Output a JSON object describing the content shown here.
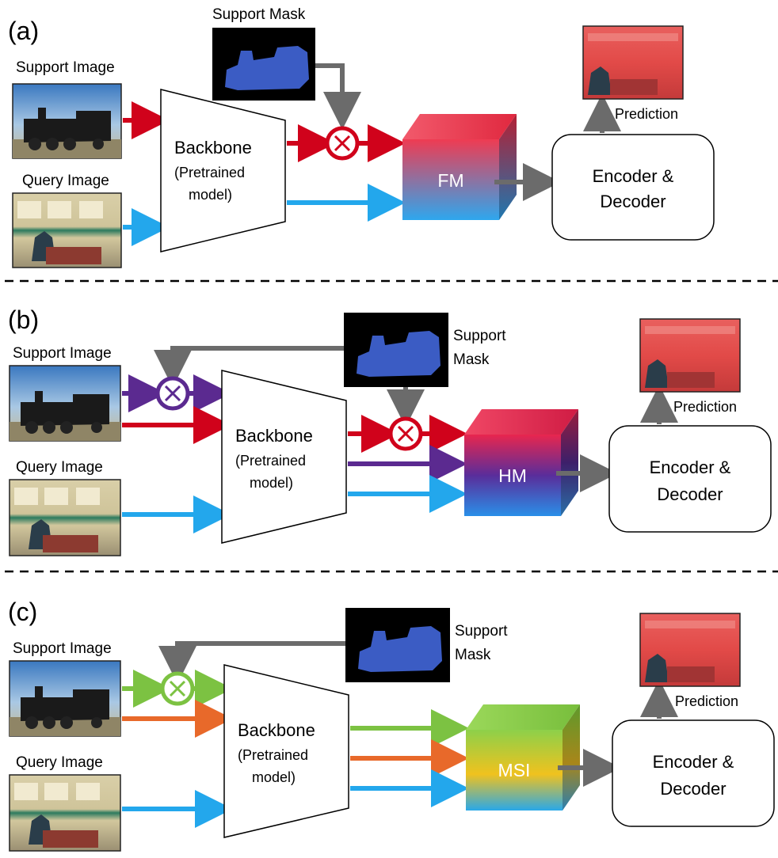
{
  "panels": [
    {
      "id": "a",
      "letter": "(a)",
      "support_image_label": "Support Image",
      "query_image_label": "Query Image",
      "support_mask_label": "Support Mask",
      "backbone_label": "Backbone",
      "backbone_sub_1": "(Pretrained",
      "backbone_sub_2": "model)",
      "cube_label": "FM",
      "cube_colors": [
        "#ef3b52",
        "#2ea7ee"
      ],
      "enc_dec_1": "Encoder &",
      "enc_dec_2": "Decoder",
      "prediction_label": "Prediction"
    },
    {
      "id": "b",
      "letter": "(b)",
      "support_image_label": "Support Image",
      "query_image_label": "Query Image",
      "support_mask_label_1": "Support",
      "support_mask_label_2": "Mask",
      "backbone_label": "Backbone",
      "backbone_sub_1": "(Pretrained",
      "backbone_sub_2": "model)",
      "cube_label": "HM",
      "cube_colors": [
        "#e8264e",
        "#5a2d9a",
        "#2a8fe8"
      ],
      "enc_dec_1": "Encoder &",
      "enc_dec_2": "Decoder",
      "prediction_label": "Prediction"
    },
    {
      "id": "c",
      "letter": "(c)",
      "support_image_label": "Support Image",
      "query_image_label": "Query Image",
      "support_mask_label_1": "Support",
      "support_mask_label_2": "Mask",
      "backbone_label": "Backbone",
      "backbone_sub_1": "(Pretrained",
      "backbone_sub_2": "model)",
      "cube_label": "MSI",
      "cube_colors": [
        "#8dd04a",
        "#f0c21e",
        "#2aa8e8"
      ],
      "enc_dec_1": "Encoder &",
      "enc_dec_2": "Decoder",
      "prediction_label": "Prediction"
    }
  ],
  "colors": {
    "red": "#d0021b",
    "blue": "#23a7ec",
    "purple": "#5b2a90",
    "green": "#7cc242",
    "orange": "#e8692a",
    "gray": "#6b6b6b"
  }
}
